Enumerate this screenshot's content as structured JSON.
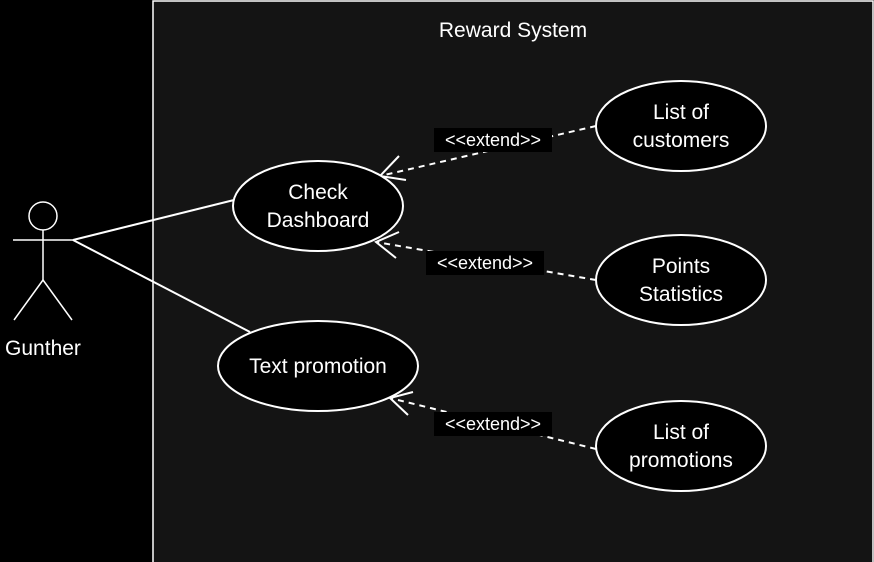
{
  "system": {
    "title": "Reward System"
  },
  "actor": {
    "name": "Gunther"
  },
  "use_cases": {
    "check_dashboard": [
      "Check",
      "Dashboard"
    ],
    "text_promotion": [
      "Text promotion"
    ],
    "list_customers": [
      "List of",
      "customers"
    ],
    "points_statistics": [
      "Points",
      "Statistics"
    ],
    "list_promotions": [
      "List of",
      "promotions"
    ]
  },
  "relations": {
    "extend_label": "<<extend>>"
  },
  "colors": {
    "background": "#000000",
    "system_fill": "#141414",
    "stroke": "#ffffff",
    "text": "#ffffff"
  }
}
